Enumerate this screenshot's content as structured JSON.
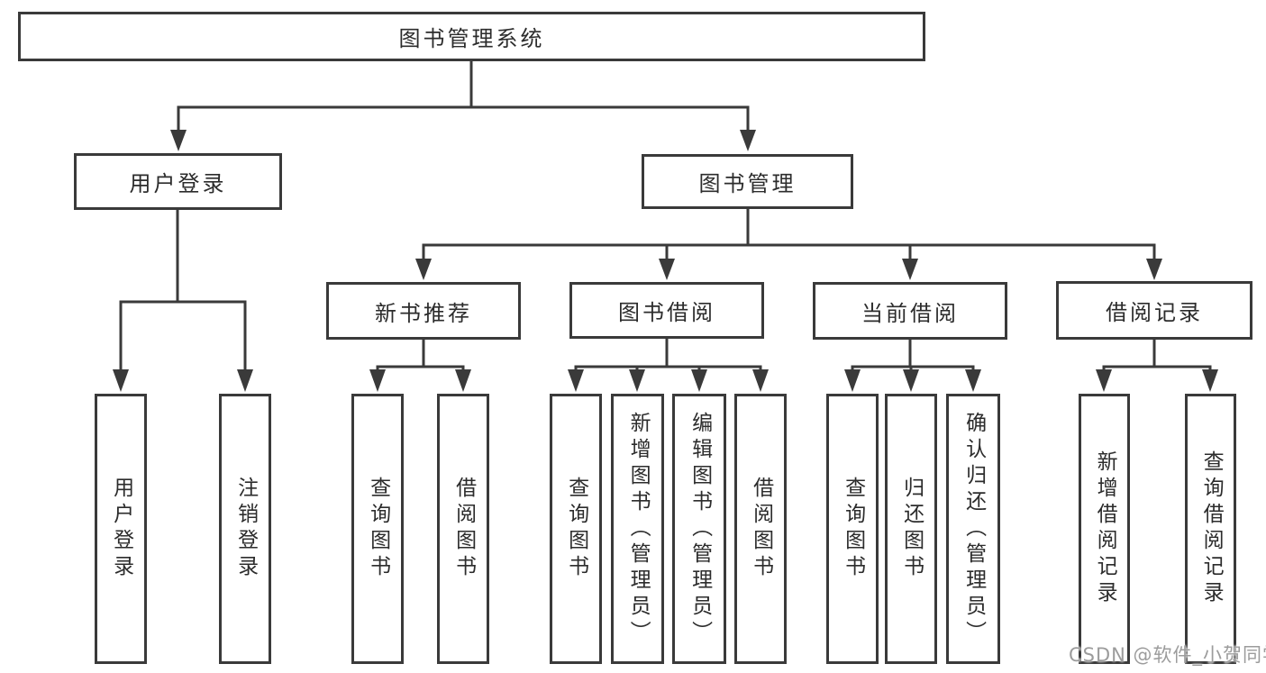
{
  "colors": {
    "line": "#3a3a3a",
    "text": "#2c2c2c",
    "background": "#ffffff",
    "watermark": "#9c9c9c"
  },
  "diagram": {
    "root": "图书管理系统",
    "level2": {
      "user_login": "用户登录",
      "book_management": "图书管理"
    },
    "level3": {
      "new_book_recommend": "新书推荐",
      "book_borrowing": "图书借阅",
      "current_borrowing": "当前借阅",
      "borrowing_records": "借阅记录"
    },
    "leaves": {
      "user_login": "用户登录",
      "logout": "注销登录",
      "nbr_query_books": "查询图书",
      "nbr_borrow_books": "借阅图书",
      "bb_query_books": "查询图书",
      "bb_add_books": "新增图书（管理员）",
      "bb_edit_books": "编辑图书（管理员）",
      "bb_borrow_books": "借阅图书",
      "cb_query_books": "查询图书",
      "cb_return_books": "归还图书",
      "cb_confirm_return": "确认归还（管理员）",
      "br_add_record": "新增借阅记录",
      "br_query_record": "查询借阅记录"
    }
  },
  "watermark": "CSDN @软件_小贺同学"
}
